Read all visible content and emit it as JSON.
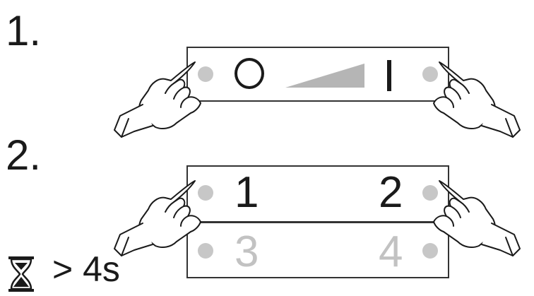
{
  "steps": [
    {
      "number": "1.",
      "buttons": {
        "left": "O",
        "right": "I"
      }
    },
    {
      "number": "2.",
      "buttons": {
        "top_left": "1",
        "top_right": "2",
        "bottom_left": "3",
        "bottom_right": "4"
      }
    }
  ],
  "hold_time": "> 4s",
  "icons": [
    "hand-press-icon",
    "hourglass-icon",
    "led-indicator-icon",
    "power-off-icon",
    "power-on-icon",
    "brightness-ramp-icon"
  ],
  "colors": {
    "line": "#1a1a1a",
    "led": "#c7c7c7",
    "ramp": "#b5b5b5",
    "inactive_label": "#c2c2c2"
  }
}
